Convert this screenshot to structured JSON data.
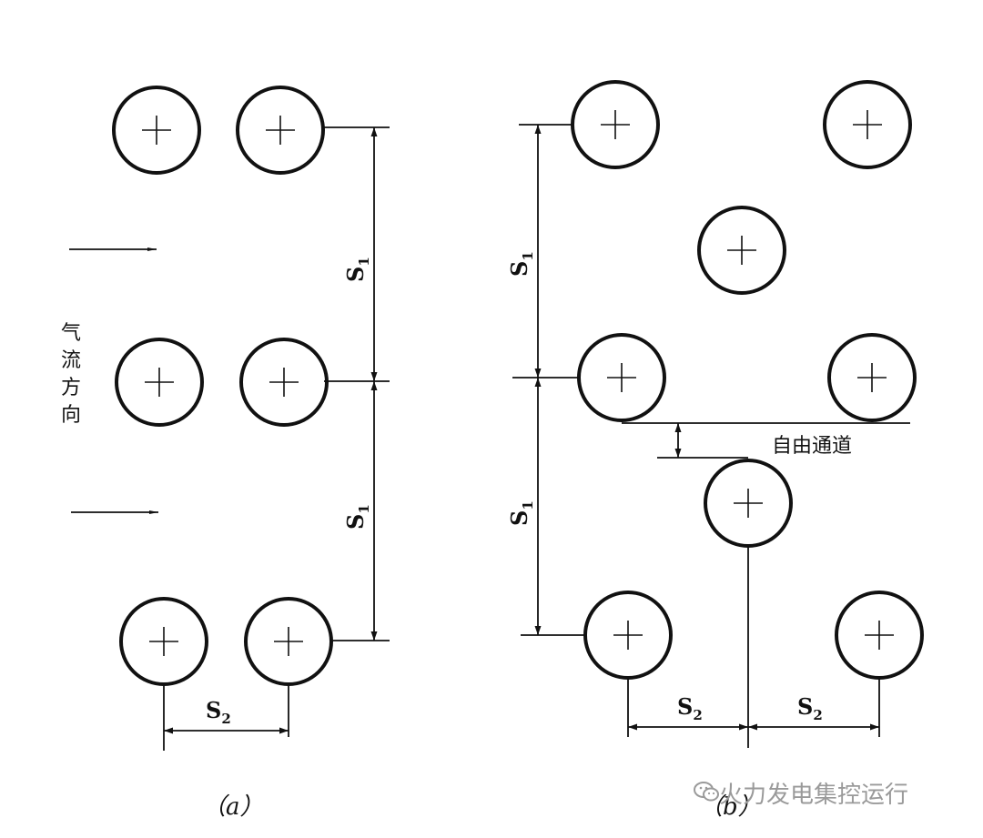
{
  "diagram": {
    "a": {
      "caption": "（a）",
      "flow_label_chars": [
        "气",
        "流",
        "方",
        "向"
      ],
      "pitch_labels": {
        "s1_top": "S",
        "s1_top_sub": "1",
        "s1_bottom": "S",
        "s1_bottom_sub": "1",
        "s2": "S",
        "s2_sub": "2"
      }
    },
    "b": {
      "caption": "（b）",
      "channel_label": "自由通道",
      "pitch_labels": {
        "s1_top": "S",
        "s1_top_sub": "1",
        "s1_bottom": "S",
        "s1_bottom_sub": "1",
        "s2_left": "S",
        "s2_left_sub": "2",
        "s2_right": "S",
        "s2_right_sub": "2"
      }
    }
  },
  "watermark": {
    "text": "火力发电集控运行",
    "icon": "wechat-icon"
  },
  "colors": {
    "ink": "#111111",
    "watermark": "#9a9a9a"
  }
}
